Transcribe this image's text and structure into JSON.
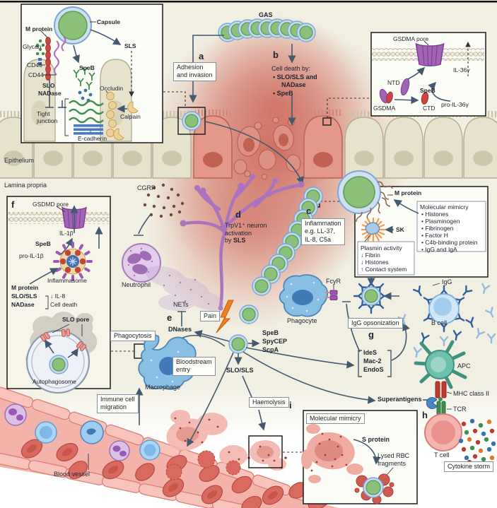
{
  "colors": {
    "arrow": "#44596e",
    "gas_green": "#8cc17b",
    "capsule_blue": "#c3daf0",
    "neuron_purple": "#a974bd",
    "damage_red": "#c0392b",
    "vessel_pink": "#f4b3aa",
    "panel_bg": "#fdfdf8",
    "background_cream": "#f1efe2"
  },
  "inset": {
    "m_protein": "M protein",
    "glycan": "Glycan",
    "cd46": "CD46",
    "cd44": "CD44",
    "capsule": "Capsule",
    "sls": "SLS",
    "speb": "SpeB",
    "slo": "SLO",
    "nadase": "NADase",
    "occludin": "Occludin",
    "tight_1": "Tight",
    "tight_2": "junction",
    "e_cadherin": "E-cadherin",
    "calpain": "Calpain"
  },
  "top": {
    "gas": "GAS",
    "a": "a",
    "adhesion_1": "Adhesion",
    "adhesion_2": "and invasion",
    "b": "b",
    "cell_death_title": "Cell death by:",
    "bullet_1": "• SLO/SLS and",
    "bullet_1b": "NADase",
    "bullet_2": "• SpeB"
  },
  "gsdma": {
    "title": "GSDMA pore",
    "ntd": "NTD",
    "speb": "SpeB",
    "gsdma": "GSDMA",
    "ctd": "CTD",
    "il36": "IL-36γ",
    "pro_il36": "pro-IL-36γ"
  },
  "tissue": {
    "epithelium": "Epithelium",
    "lamina": "Lamina propria"
  },
  "f": {
    "letter": "f",
    "title": "GSDMD pore",
    "il1b": "IL-1β",
    "speb": "SpeB",
    "pro_il1b": "pro-IL-1β",
    "inflammasome": "Inflammasome",
    "m_protein": "M protein",
    "slo_sls": "SLO/SLS",
    "nadase": "NADase",
    "il8": "↓ IL-8",
    "cell_death": "Cell death",
    "slo_pore": "SLO pore",
    "autophagosome": "Autophagosome"
  },
  "neuro": {
    "cgrp": "CGRP",
    "d": "d",
    "trpv1_1": "TrpV1⁺ neuron",
    "trpv1_2": "activation",
    "trpv1_3a": "by ",
    "trpv1_3b": "SLS",
    "neutrophil": "Neutrophil",
    "nets": "NETs",
    "e": "e",
    "dnases": "DNases",
    "pain": "Pain"
  },
  "c": {
    "letter": "c",
    "inf_1": "Inflammation",
    "inf_2": "e.g. LL-37,",
    "inf_3": "IL-8, C5a"
  },
  "mimicry": {
    "m_protein": "M protein",
    "title": "Molecular mimicry",
    "items": [
      "• Histones",
      "• Plasminogen",
      "• Fibrinogen",
      "• Factor H",
      "• C4b-binding protein",
      "• IgG and IgA"
    ],
    "sk": "SK",
    "plasmin_title": "Plasmin activity",
    "plasmin_1": "↓ Fibrin",
    "plasmin_2": "↓ Histones",
    "plasmin_3": "↑ Contact system"
  },
  "immune": {
    "fcgr": "FcγR",
    "phagocyte": "Phagocyte",
    "igg_ops": "IgG opsonization",
    "g": "g",
    "ides": "IdeS",
    "mac2": "Mac-2",
    "endos": "EndoS",
    "igg": "IgG",
    "b_cell": "B cell",
    "apc": "APC",
    "mhc": "MHC class II",
    "superantigens": "Superantigens",
    "tcr": "TCR",
    "h": "h",
    "t_cell": "T cell",
    "cytokine_storm": "Cytokine storm"
  },
  "central": {
    "speb": "SpeB",
    "spycep": "SpyCEP",
    "scpa": "ScpA",
    "slo_sls": "SLO/SLS",
    "bloodstream_1": "Bloodstream",
    "bloodstream_2": "entry",
    "phagocytosis": "Phagocytosis",
    "macrophage": "Macrophage",
    "migration_1": "Immune cell",
    "migration_2": "migration",
    "haemolysis": "Haemolysis"
  },
  "vessel": {
    "label": "Blood vessel"
  },
  "i": {
    "letter": "i",
    "title": "Molecular mimicry",
    "s_protein": "S protein",
    "lysed_1": "Lysed RBC",
    "lysed_2": "fragments"
  }
}
